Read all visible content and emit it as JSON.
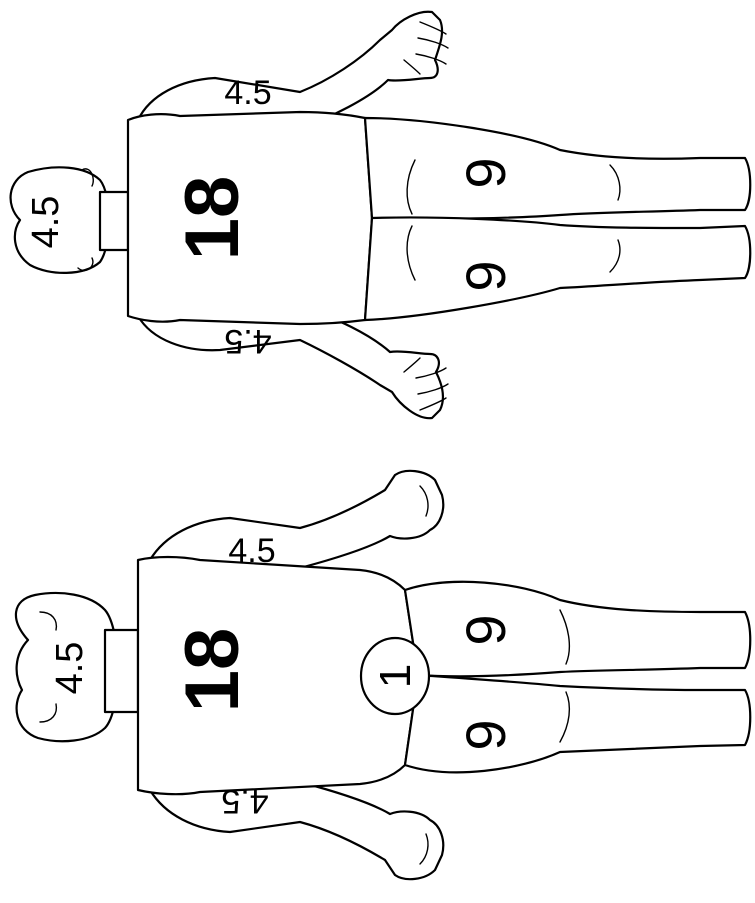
{
  "figures": [
    {
      "view": "back",
      "head": "4.5",
      "left_arm": "4.5",
      "right_arm": "4.5",
      "trunk": "18",
      "left_leg": "9",
      "right_leg": "9"
    },
    {
      "view": "front",
      "head": "4.5",
      "left_arm": "4.5",
      "right_arm": "4.5",
      "trunk": "18",
      "left_leg": "9",
      "right_leg": "9",
      "perineum": "1"
    }
  ],
  "colors": {
    "line": "#000000",
    "background": "#ffffff"
  }
}
